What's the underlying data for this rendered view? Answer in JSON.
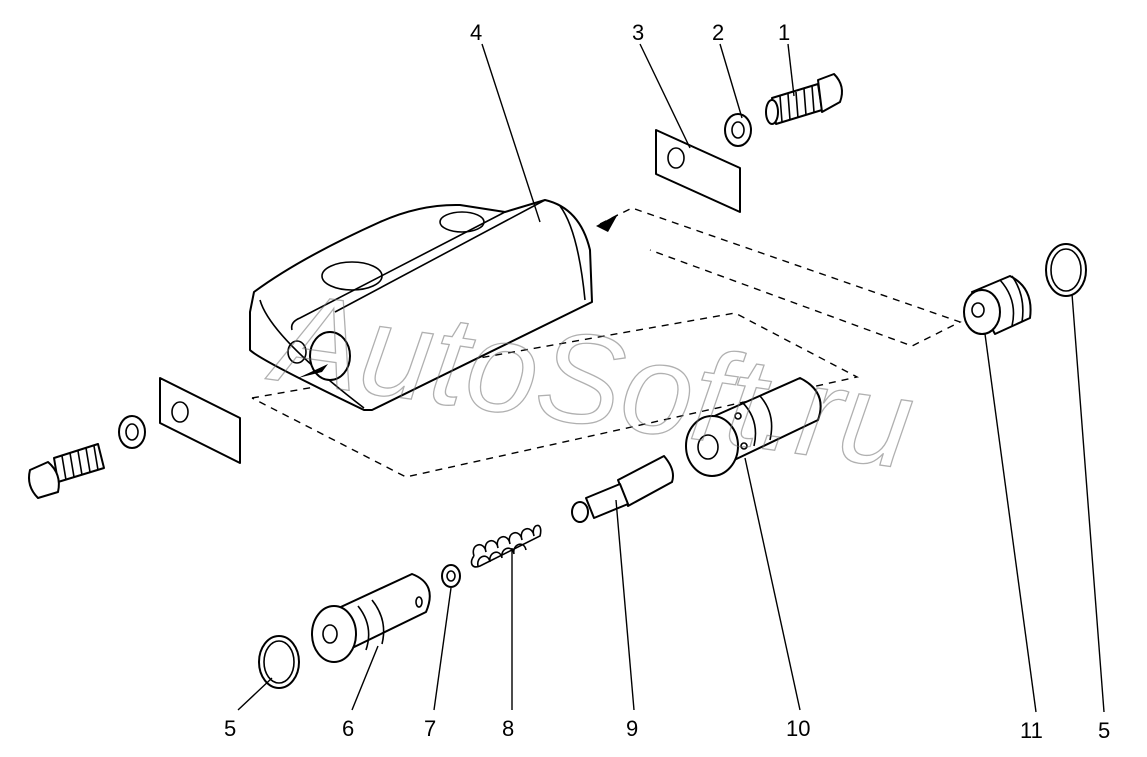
{
  "watermark": "AutoSoft.ru",
  "callouts": {
    "c1": "1",
    "c2": "2",
    "c3": "3",
    "c4": "4",
    "c5a": "5",
    "c6": "6",
    "c7": "7",
    "c8": "8",
    "c9": "9",
    "c10": "10",
    "c11": "11",
    "c5b": "5"
  },
  "colors": {
    "line": "#000000",
    "background": "#ffffff",
    "watermark": "#707070"
  }
}
